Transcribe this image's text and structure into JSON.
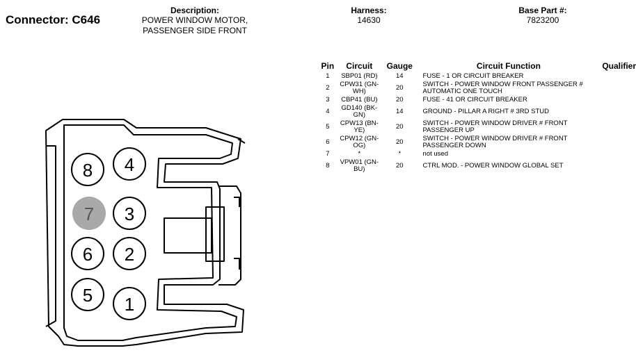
{
  "connector": {
    "label": "Connector: C646"
  },
  "description": {
    "label": "Description:",
    "line1": "POWER WINDOW MOTOR,",
    "line2": "PASSENGER SIDE FRONT"
  },
  "harness": {
    "label": "Harness:",
    "value": "14630"
  },
  "base_part": {
    "label": "Base Part #:",
    "value": "7823200"
  },
  "table": {
    "headers": {
      "pin": "Pin",
      "circuit": "Circuit",
      "gauge": "Gauge",
      "function": "Circuit Function",
      "qualifier": "Qualifier"
    },
    "rows": [
      {
        "pin": "1",
        "circuit": "SBP01 (RD)",
        "gauge": "14",
        "function": "FUSE - 1 OR CIRCUIT BREAKER",
        "qualifier": ""
      },
      {
        "pin": "2",
        "circuit": "CPW31 (GN-WH)",
        "gauge": "20",
        "function": "SWITCH - POWER WINDOW FRONT PASSENGER # AUTOMATIC ONE TOUCH",
        "qualifier": ""
      },
      {
        "pin": "3",
        "circuit": "CBP41 (BU)",
        "gauge": "20",
        "function": "FUSE - 41 OR CIRCUIT BREAKER",
        "qualifier": ""
      },
      {
        "pin": "4",
        "circuit": "GD140 (BK-GN)",
        "gauge": "14",
        "function": "GROUND - PILLAR A RIGHT # 3RD STUD",
        "qualifier": ""
      },
      {
        "pin": "5",
        "circuit": "CPW13 (BN-YE)",
        "gauge": "20",
        "function": "SWITCH - POWER WINDOW DRIVER # FRONT PASSENGER UP",
        "qualifier": ""
      },
      {
        "pin": "6",
        "circuit": "CPW12 (GN-OG)",
        "gauge": "20",
        "function": "SWITCH - POWER WINDOW DRIVER # FRONT PASSENGER DOWN",
        "qualifier": ""
      },
      {
        "pin": "7",
        "circuit": "*",
        "gauge": "*",
        "function": "not used",
        "qualifier": ""
      },
      {
        "pin": "8",
        "circuit": "VPW01 (GN-BU)",
        "gauge": "20",
        "function": "CTRL MOD. - POWER WINDOW GLOBAL SET",
        "qualifier": ""
      }
    ]
  },
  "diagram": {
    "pin_labels": [
      "8",
      "4",
      "7",
      "3",
      "6",
      "2",
      "5",
      "1"
    ],
    "unused_pin_color": "#a9a9a9"
  }
}
